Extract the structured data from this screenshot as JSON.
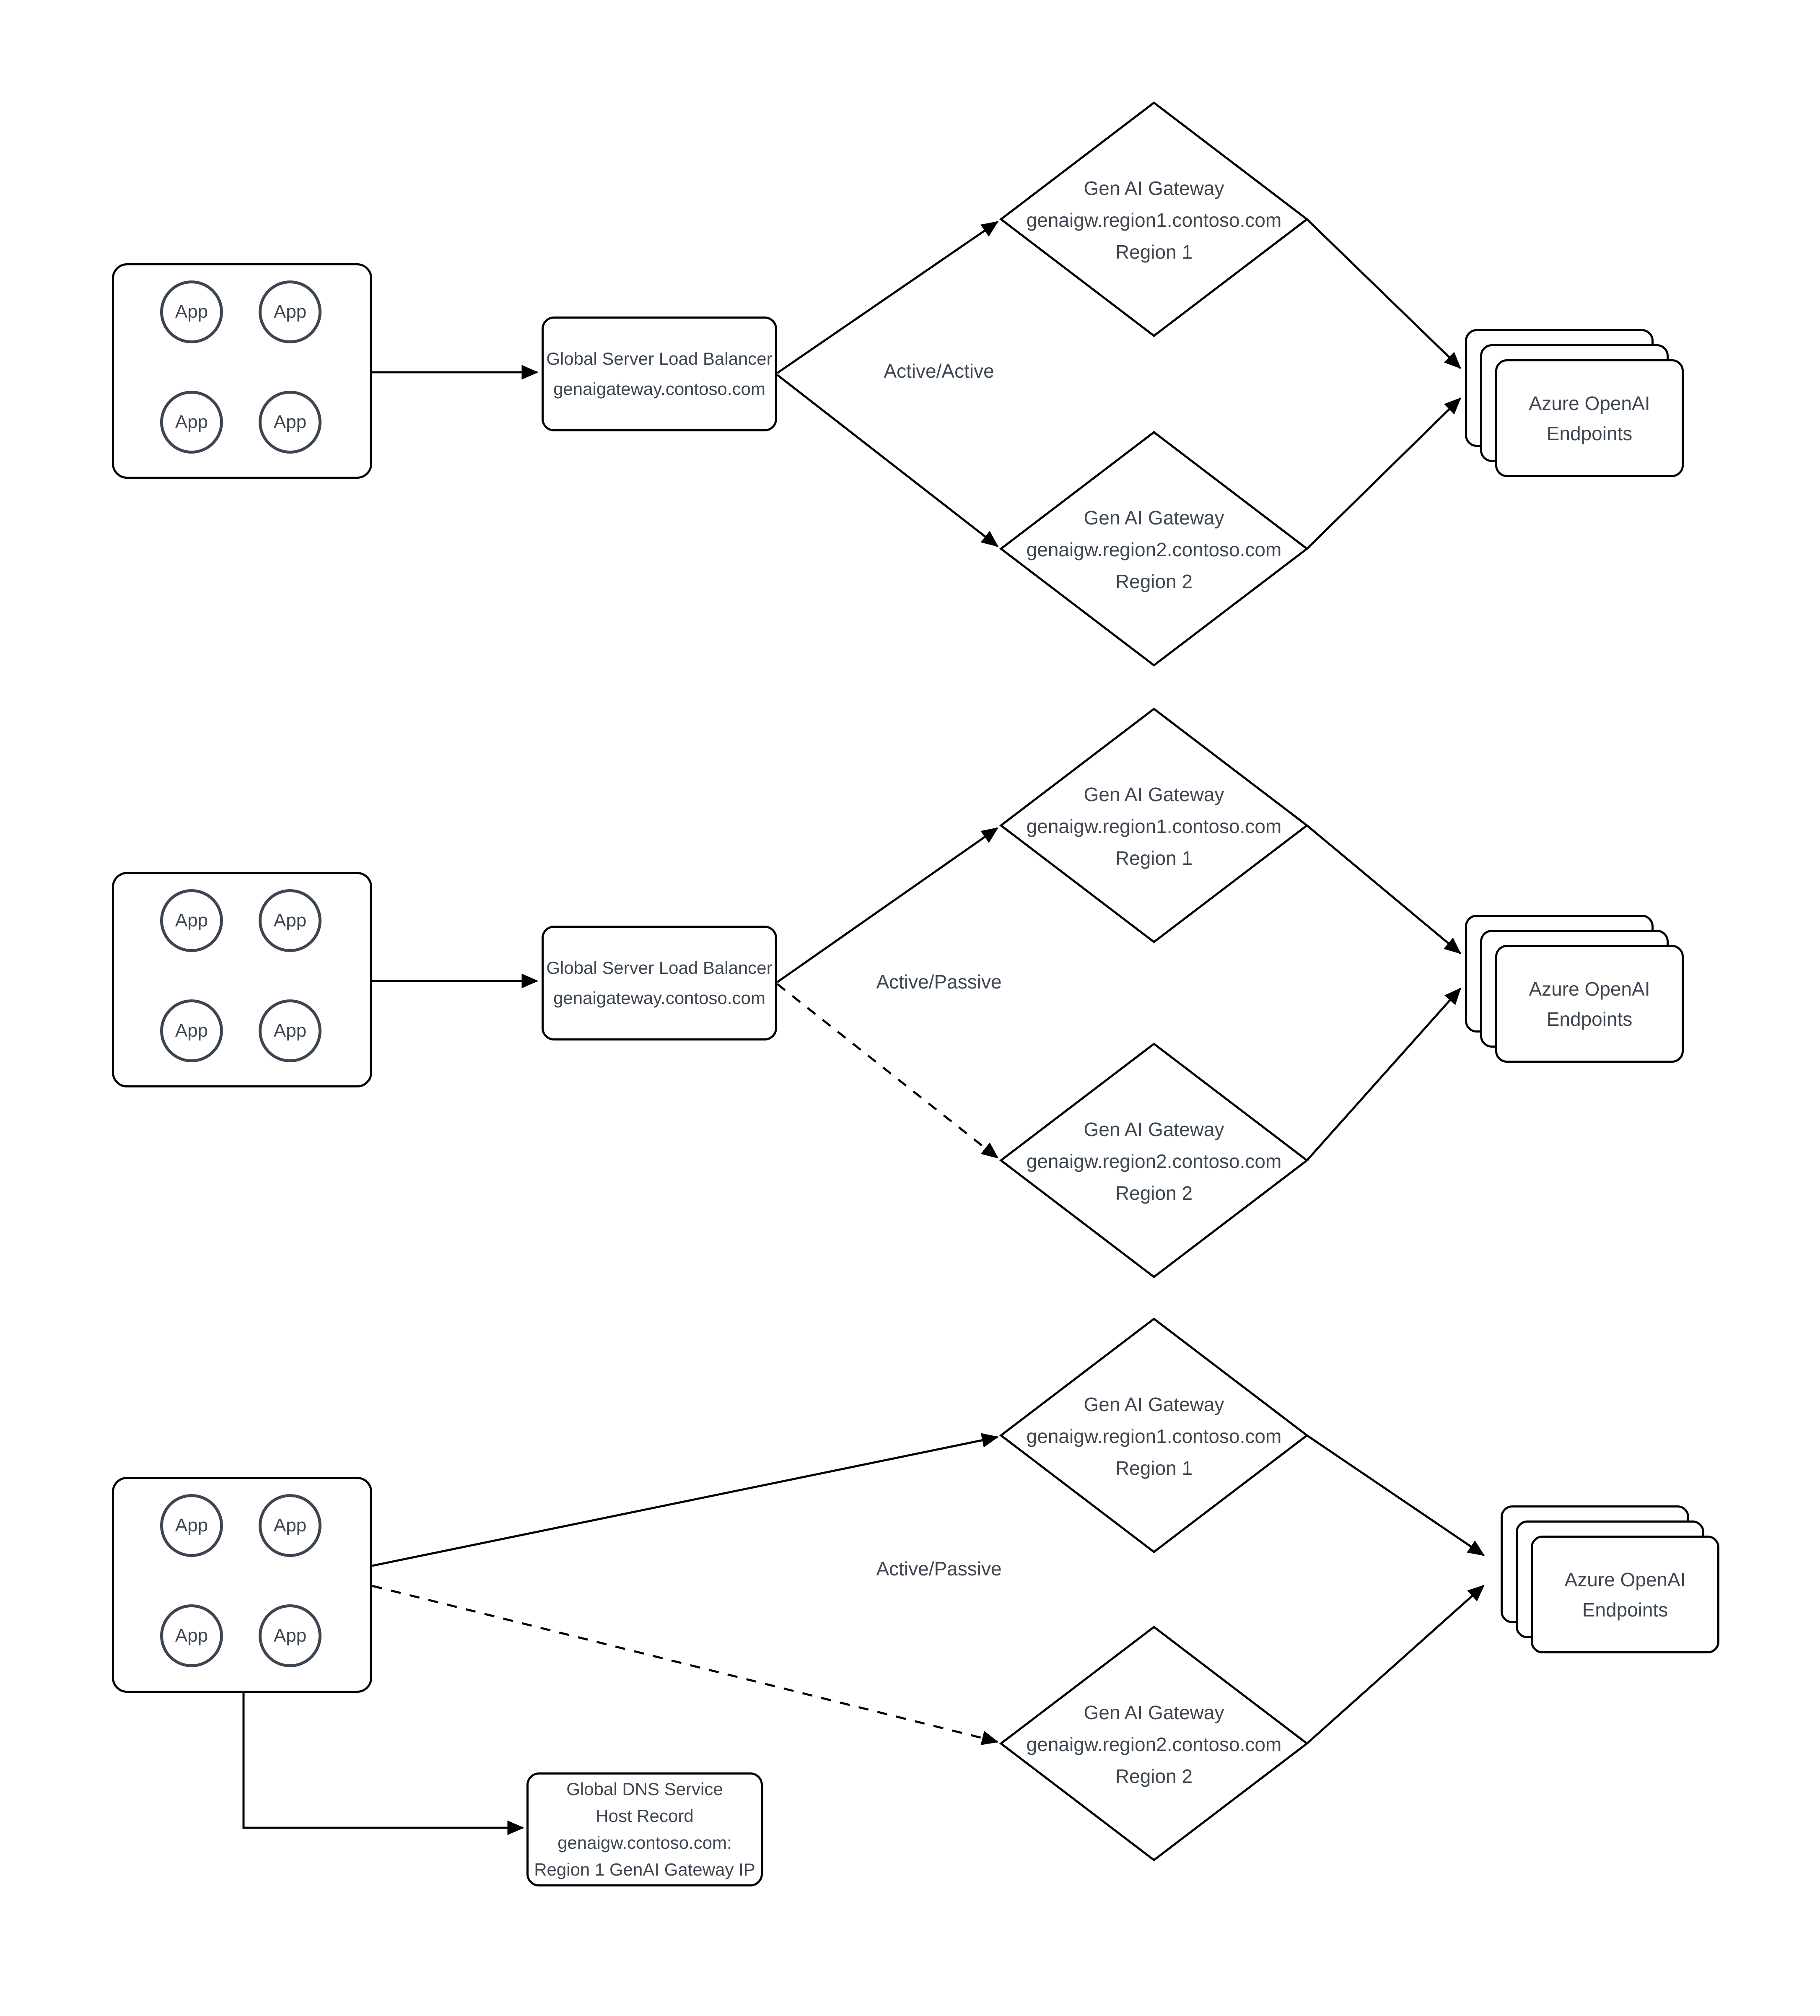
{
  "colors": {
    "stroke": "#000000",
    "node_text": "#3D4650",
    "background": "#FFFFFF"
  },
  "patterns": [
    {
      "mode_label": "Active/Active",
      "app_cluster": {
        "apps": [
          "App",
          "App",
          "App",
          "App"
        ]
      },
      "load_balancer": {
        "lines": [
          "Global Server Load Balancer",
          "genaigateway.contoso.com"
        ]
      },
      "gateway1": {
        "lines": [
          "Gen AI Gateway",
          "genaigw.region1.contoso.com",
          "Region 1"
        ]
      },
      "gateway2": {
        "lines": [
          "Gen AI Gateway",
          "genaigw.region2.contoso.com",
          "Region 2"
        ]
      },
      "endpoints": {
        "lines": [
          "Azure OpenAI",
          "Endpoints"
        ]
      }
    },
    {
      "mode_label": "Active/Passive",
      "app_cluster": {
        "apps": [
          "App",
          "App",
          "App",
          "App"
        ]
      },
      "load_balancer": {
        "lines": [
          "Global Server Load Balancer",
          "genaigateway.contoso.com"
        ]
      },
      "gateway1": {
        "lines": [
          "Gen AI Gateway",
          "genaigw.region1.contoso.com",
          "Region 1"
        ]
      },
      "gateway2": {
        "lines": [
          "Gen AI Gateway",
          "genaigw.region2.contoso.com",
          "Region 2"
        ]
      },
      "endpoints": {
        "lines": [
          "Azure OpenAI",
          "Endpoints"
        ]
      }
    },
    {
      "mode_label": "Active/Passive",
      "app_cluster": {
        "apps": [
          "App",
          "App",
          "App",
          "App"
        ]
      },
      "dns_service": {
        "lines": [
          "Global DNS Service",
          "Host Record",
          "genaigw.contoso.com:",
          "Region 1 GenAI Gateway IP"
        ]
      },
      "gateway1": {
        "lines": [
          "Gen AI Gateway",
          "genaigw.region1.contoso.com",
          "Region 1"
        ]
      },
      "gateway2": {
        "lines": [
          "Gen AI Gateway",
          "genaigw.region2.contoso.com",
          "Region 2"
        ]
      },
      "endpoints": {
        "lines": [
          "Azure OpenAI",
          "Endpoints"
        ]
      }
    }
  ]
}
